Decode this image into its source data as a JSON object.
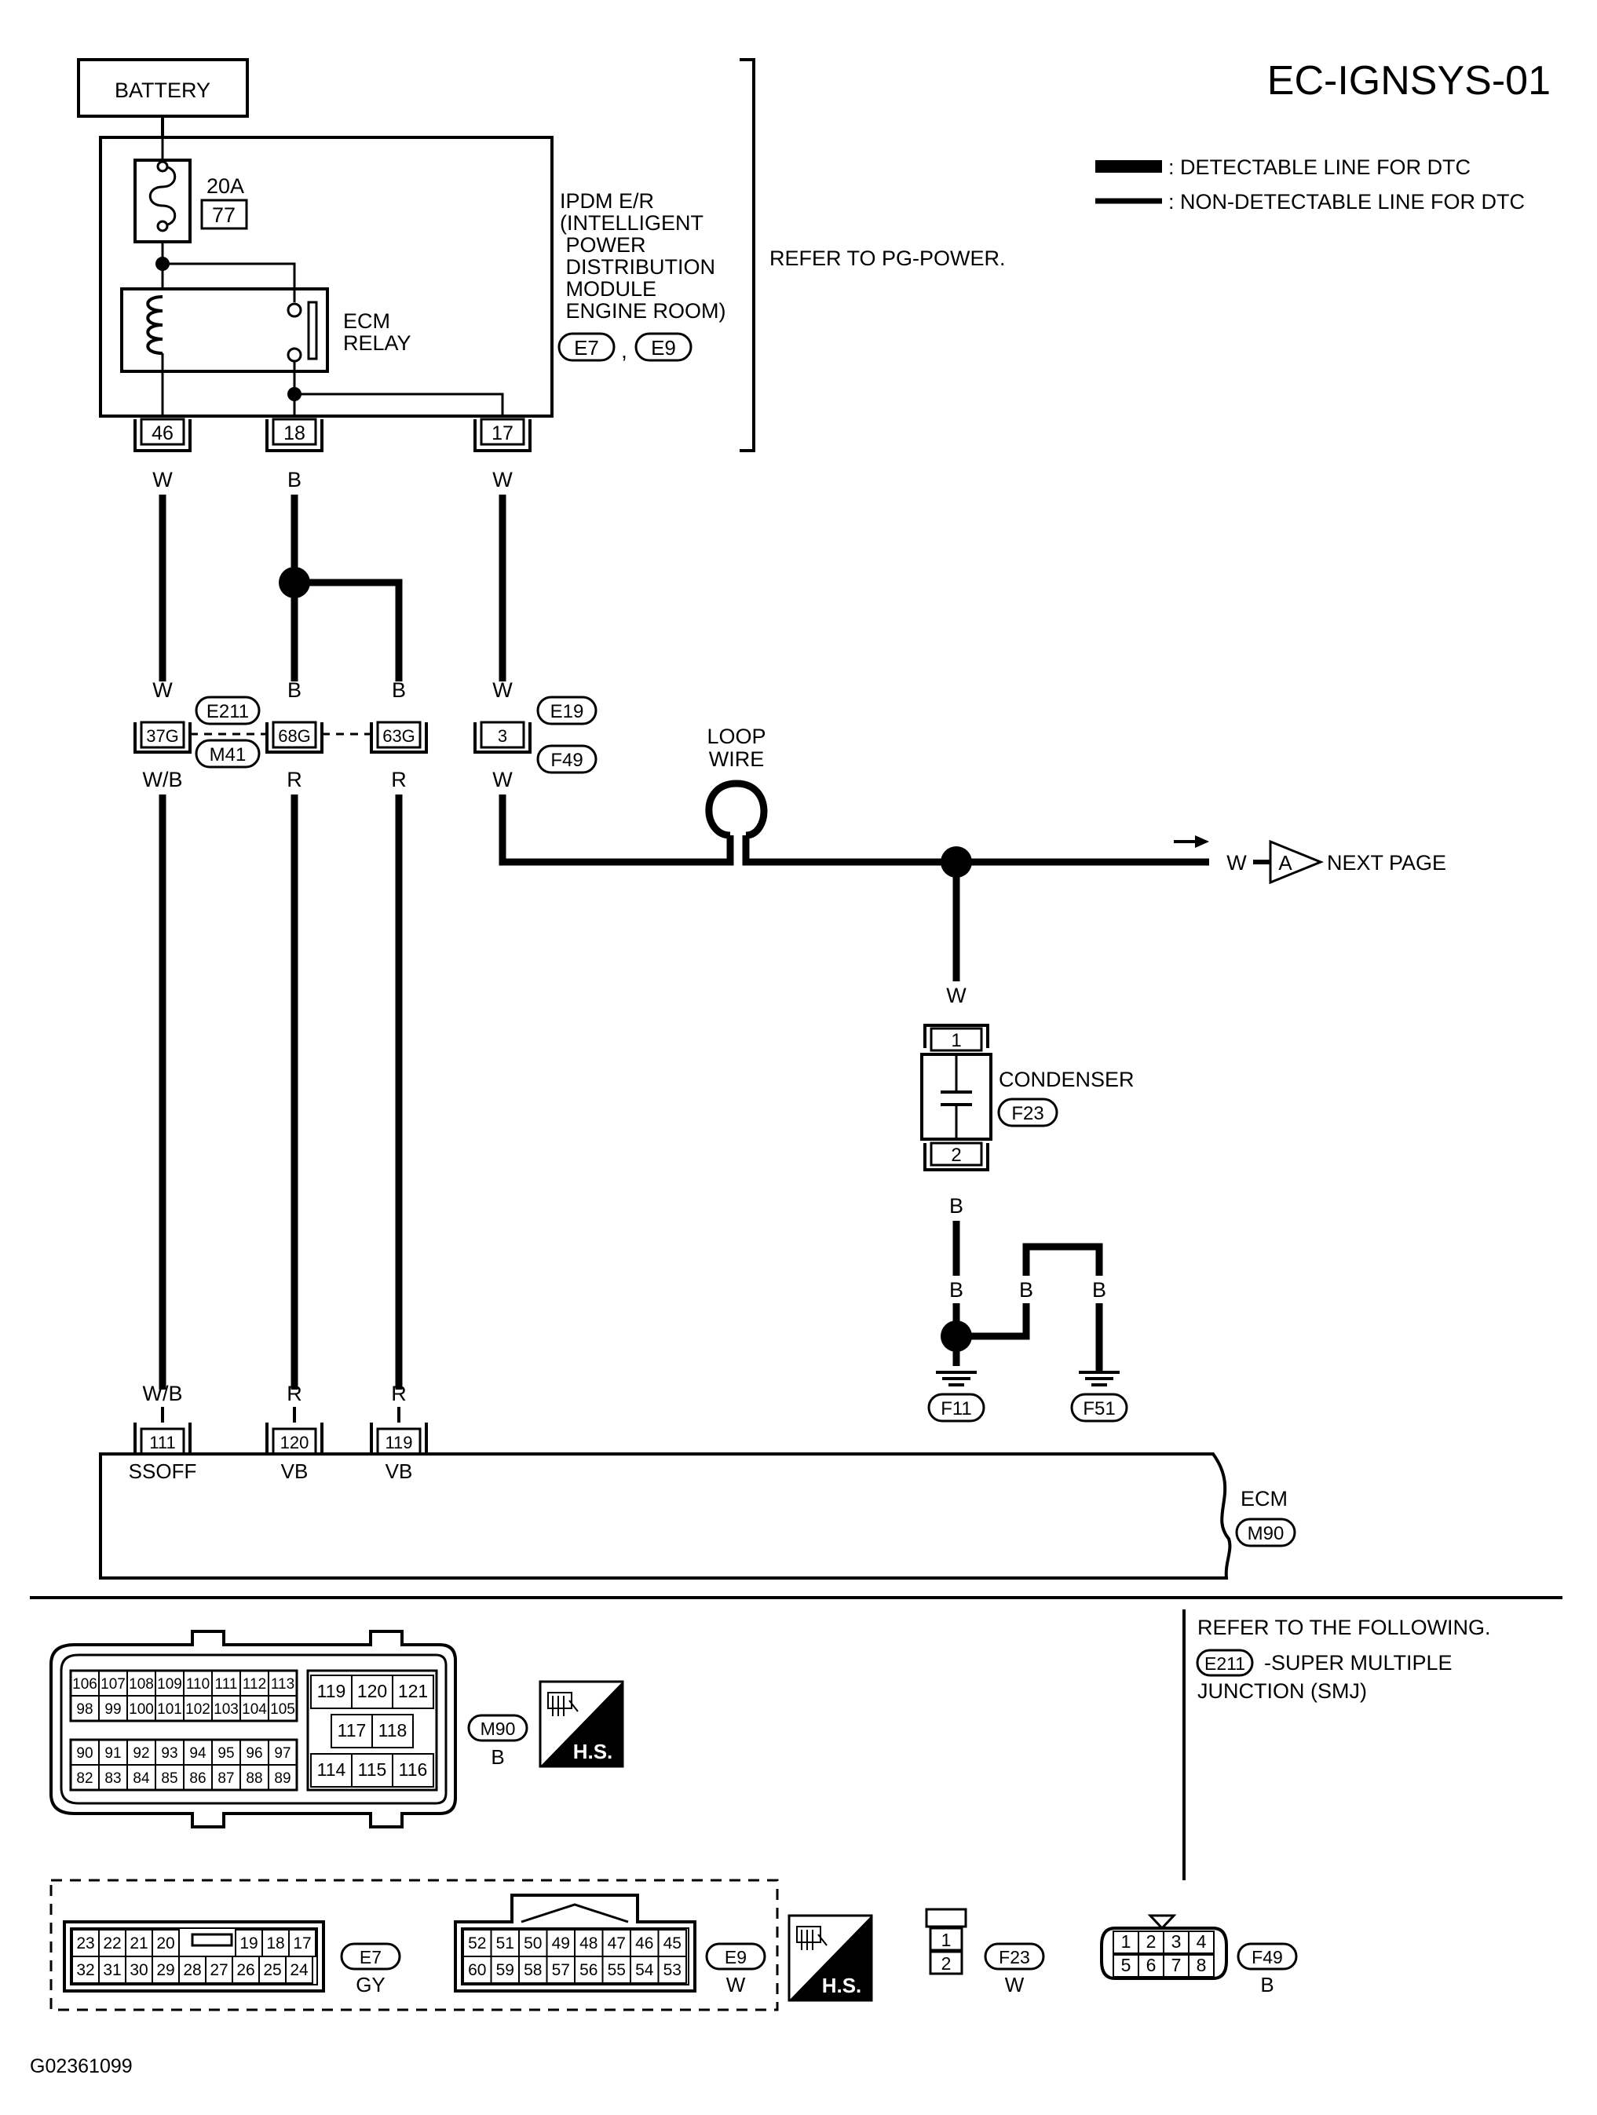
{
  "page_id": "EC-IGNSYS-01",
  "figure_id": "G02361099",
  "legend": {
    "detectable": ": DETECTABLE LINE FOR DTC",
    "non_detectable": ": NON-DETECTABLE LINE FOR DTC"
  },
  "battery": "BATTERY",
  "fuse": {
    "rating": "20A",
    "number": "77"
  },
  "ecm_relay": [
    "ECM",
    "RELAY"
  ],
  "ipdm": {
    "lines": [
      "IPDM E/R",
      "(INTELLIGENT",
      " POWER",
      " DISTRIBUTION",
      " MODULE",
      " ENGINE ROOM)"
    ],
    "conn1": "E7",
    "sep": ",",
    "conn2": "E9"
  },
  "refer_pg": "REFER TO PG-POWER.",
  "ipdm_terminals": [
    "46",
    "18",
    "17"
  ],
  "wire_colors": {
    "w": "W",
    "b": "B",
    "wb": "W/B",
    "r": "R"
  },
  "joint_connectors": {
    "e211": "E211",
    "m41": "M41",
    "e19": "E19",
    "f49": "F49",
    "t37g": "37G",
    "t68g": "68G",
    "t63g": "63G",
    "t3": "3"
  },
  "loop_wire": [
    "LOOP",
    "WIRE"
  ],
  "next_page": {
    "ref": "A",
    "label": "NEXT PAGE"
  },
  "condenser": {
    "label": "CONDENSER",
    "conn": "F23",
    "pin1": "1",
    "pin2": "2"
  },
  "grounds": [
    "F11",
    "F51"
  ],
  "ecm": {
    "label": "ECM",
    "conn": "M90",
    "terminals": [
      {
        "num": "111",
        "name": "SSOFF"
      },
      {
        "num": "120",
        "name": "VB"
      },
      {
        "num": "119",
        "name": "VB"
      }
    ]
  },
  "refer_following": {
    "title": "REFER TO THE FOLLOWING.",
    "conn": "E211",
    "desc1": "-SUPER MULTIPLE",
    "desc2": "JUNCTION (SMJ)"
  },
  "m90_connector": {
    "id": "M90",
    "color": "B",
    "row1": [
      "106",
      "107",
      "108",
      "109",
      "110",
      "111",
      "112",
      "113"
    ],
    "row2": [
      "98",
      "99",
      "100",
      "101",
      "102",
      "103",
      "104",
      "105"
    ],
    "row3": [
      "90",
      "91",
      "92",
      "93",
      "94",
      "95",
      "96",
      "97"
    ],
    "row4": [
      "82",
      "83",
      "84",
      "85",
      "86",
      "87",
      "88",
      "89"
    ],
    "right_top": [
      "119",
      "120",
      "121"
    ],
    "right_mid": [
      "117",
      "118"
    ],
    "right_bot": [
      "114",
      "115",
      "116"
    ]
  },
  "e7_connector": {
    "id": "E7",
    "color": "GY",
    "row1_left": [
      "23",
      "22",
      "21",
      "20"
    ],
    "row1_right": [
      "19",
      "18",
      "17"
    ],
    "row2": [
      "32",
      "31",
      "30",
      "29",
      "28",
      "27",
      "26",
      "25",
      "24"
    ]
  },
  "e9_connector": {
    "id": "E9",
    "color": "W",
    "row1": [
      "52",
      "51",
      "50",
      "49",
      "48",
      "47",
      "46",
      "45"
    ],
    "row2": [
      "60",
      "59",
      "58",
      "57",
      "56",
      "55",
      "54",
      "53"
    ]
  },
  "f23_connector": {
    "id": "F23",
    "color": "W",
    "pins": [
      "1",
      "2"
    ]
  },
  "f49_connector": {
    "id": "F49",
    "color": "B",
    "row1": [
      "1",
      "2",
      "3",
      "4"
    ],
    "row2": [
      "5",
      "6",
      "7",
      "8"
    ]
  },
  "hs_badge": "H.S."
}
